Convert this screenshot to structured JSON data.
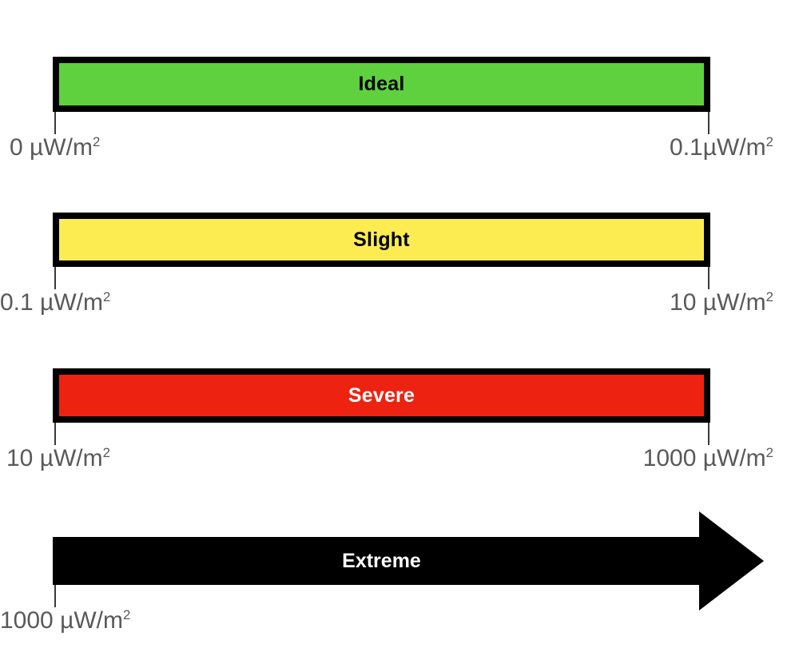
{
  "figure": {
    "type": "scale-legend",
    "title": "",
    "background_color": "#FFFFFF",
    "unit": "µW/m²"
  },
  "bands": [
    {
      "id": "ideal",
      "label": "Ideal",
      "fill_color": "#5FD13F",
      "border_color": "#000000",
      "text_color": "#000000",
      "range_min_label": "0 µW/m",
      "range_min_sup": "2",
      "range_max_label": "0.1µW/m",
      "range_max_sup": "2",
      "range_min_value": 0,
      "range_max_value": 0.1
    },
    {
      "id": "slight",
      "label": "Slight",
      "fill_color": "#FCEC52",
      "border_color": "#000000",
      "text_color": "#000000",
      "range_min_label": "0.1 µW/m",
      "range_min_sup": "2",
      "range_max_label": "10 µW/m",
      "range_max_sup": "2",
      "range_min_value": 0.1,
      "range_max_value": 10
    },
    {
      "id": "severe",
      "label": "Severe",
      "fill_color": "#EE2211",
      "border_color": "#000000",
      "text_color": "#FFFFFF",
      "range_min_label": "10 µW/m",
      "range_min_sup": "2",
      "range_max_label": "1000 µW/m",
      "range_max_sup": "2",
      "range_min_value": 10,
      "range_max_value": 1000
    },
    {
      "id": "extreme",
      "label": "Extreme",
      "fill_color": "#000000",
      "border_color": "#000000",
      "text_color": "#FFFFFF",
      "range_min_label": "1000 µW/m",
      "range_min_sup": "2",
      "range_max_label": "",
      "range_max_sup": "",
      "range_min_value": 1000,
      "range_max_value": null,
      "open_ended": true,
      "shape": "arrow-right"
    }
  ],
  "chart_data": {
    "type": "bar",
    "orientation": "horizontal",
    "title": "",
    "xlabel": "",
    "ylabel": "",
    "unit": "µW/m²",
    "categories": [
      "Ideal",
      "Slight",
      "Severe",
      "Extreme"
    ],
    "values": [
      0.1,
      10,
      1000,
      null
    ],
    "ranges": [
      [
        0,
        0.1
      ],
      [
        0.1,
        10
      ],
      [
        10,
        1000
      ],
      [
        1000,
        null
      ]
    ],
    "colors": [
      "#5FD13F",
      "#FCEC52",
      "#EE2211",
      "#000000"
    ],
    "tick_labels": [
      "0 µW/m²",
      "0.1µW/m²",
      "0.1 µW/m²",
      "10 µW/m²",
      "10 µW/m²",
      "1000 µW/m²",
      "1000 µW/m²"
    ],
    "grid": false,
    "legend": "none"
  }
}
